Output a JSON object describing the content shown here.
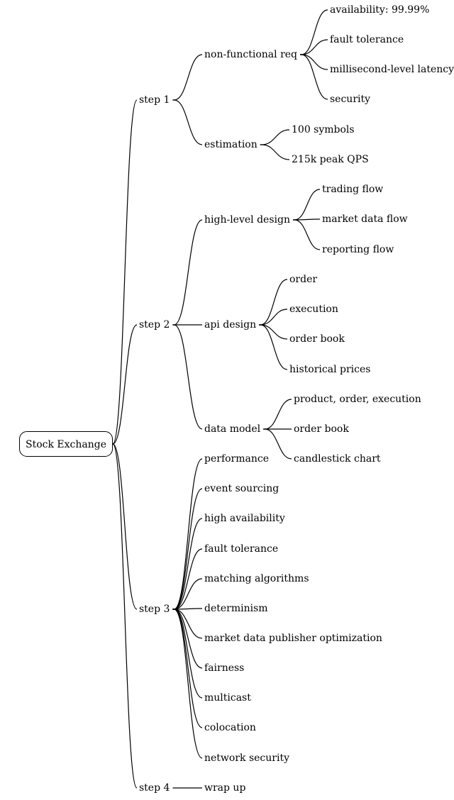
{
  "root": "Stock Exchange",
  "steps": [
    {
      "label": "step 1",
      "groups": [
        {
          "label": "non-functional req",
          "items": [
            "availability: 99.99%",
            "fault tolerance",
            "millisecond-level latency",
            "security"
          ]
        },
        {
          "label": "estimation",
          "items": [
            "100 symbols",
            "215k peak QPS"
          ]
        }
      ]
    },
    {
      "label": "step 2",
      "groups": [
        {
          "label": "high-level design",
          "items": [
            "trading flow",
            "market data flow",
            "reporting flow"
          ]
        },
        {
          "label": "api design",
          "items": [
            "order",
            "execution",
            "order book",
            "historical prices"
          ]
        },
        {
          "label": "data model",
          "items": [
            "product, order, execution",
            "order book",
            "candlestick chart"
          ]
        }
      ]
    },
    {
      "label": "step 3",
      "items": [
        "performance",
        "event sourcing",
        "high availability",
        "fault tolerance",
        "matching algorithms",
        "determinism",
        "market data publisher optimization",
        "fairness",
        "multicast",
        "colocation",
        "network security"
      ]
    },
    {
      "label": "step 4",
      "items": [
        "wrap up"
      ]
    }
  ]
}
